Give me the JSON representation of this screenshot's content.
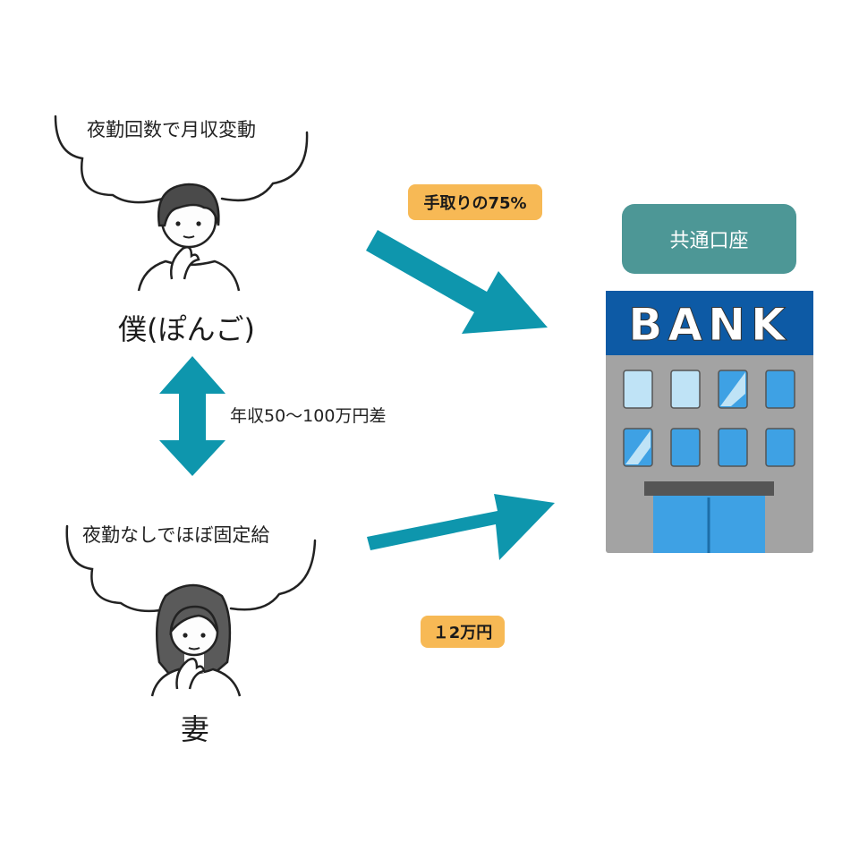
{
  "husband": {
    "thought": "夜勤回数で月収変動",
    "name": "僕(ぽんご)",
    "transfer": "手取りの75%"
  },
  "wife": {
    "thought": "夜勤なしでほぼ固定給",
    "name": "妻",
    "transfer": "１2万円"
  },
  "income_gap": "年収50〜100万円差",
  "account": {
    "label": "共通口座",
    "bank_sign": "BANK"
  },
  "colors": {
    "arrow": "#0e96ad",
    "badge": "#f7b955",
    "account_box": "#4d9796",
    "bank_sign": "#0d5aa5",
    "building": "#a3a3a3",
    "window": "#3ea1e4"
  }
}
